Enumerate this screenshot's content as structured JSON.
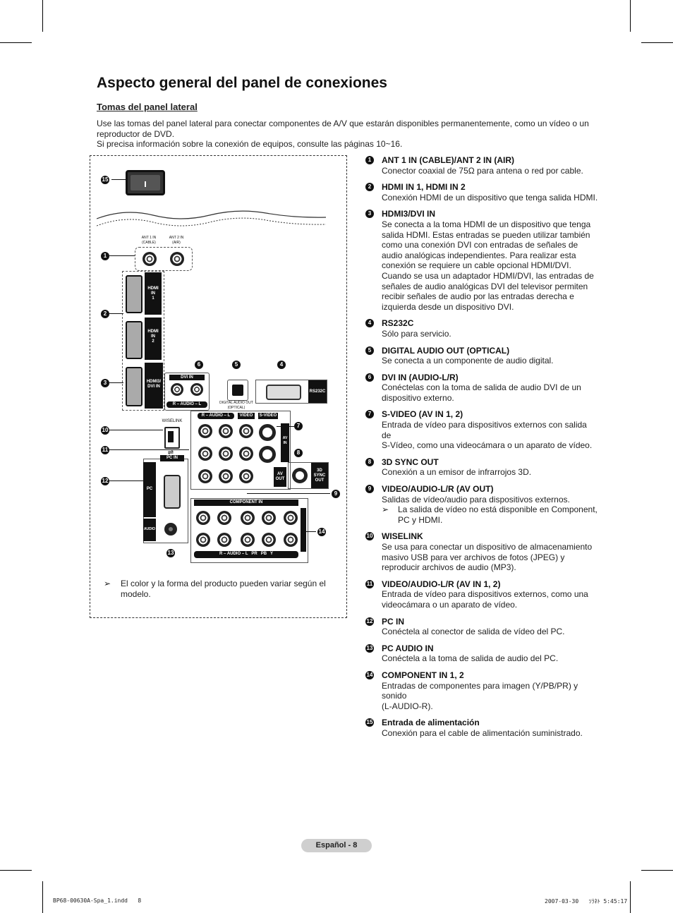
{
  "page": {
    "title": "Aspecto general del panel de conexiones",
    "subtitle": "Tomas del panel lateral",
    "intro_1": "Use las tomas del panel lateral para conectar componentes de A/V que estarán disponibles permanentemente, como un vídeo o un reproductor de DVD.",
    "intro_2": "Si precisa información sobre la conexión de equipos, consulte las páginas 10~16."
  },
  "diagram": {
    "note_arrow": "➢",
    "note": "El color y la forma del producto pueden variar según el modelo.",
    "labels": {
      "ant1": "ANT 1 IN\n(CABLE)",
      "ant2": "ANT 2 IN\n(AIR)",
      "hdmi1": "HDMI\nIN\n1",
      "hdmi2": "HDMI\nIN\n2",
      "hdmi3": "HDMI3/\nDVI IN",
      "dvi_in": "DVI IN",
      "dvi_audio": "R – AUDIO – L",
      "optical": "DIGITAL AUDIO OUT\n(OPTICAL)",
      "rs232c": "RS232C",
      "wiselink": "WISELINK",
      "av_audio": "R – AUDIO – L",
      "video": "VIDEO",
      "svideo": "S-VIDEO",
      "av_in": "AV\nIN",
      "av_out": "AV\nOUT",
      "sync": "3D\nSYNC\nOUT",
      "pc_in": "PC IN",
      "pc": "PC",
      "audio": "AUDIO",
      "component_in": "COMPONENT IN",
      "component_bottom": "R – AUDIO – L   PR   PB   Y"
    },
    "callouts": [
      "1",
      "2",
      "3",
      "4",
      "5",
      "6",
      "7",
      "8",
      "9",
      "10",
      "11",
      "12",
      "13",
      "14",
      "15"
    ]
  },
  "items": [
    {
      "num": "1",
      "title": "ANT 1 IN (CABLE)/ANT 2 IN (AIR)",
      "desc": "Conector coaxial de 75Ω para antena o red por cable."
    },
    {
      "num": "2",
      "title": "HDMI IN 1, HDMI IN 2",
      "desc": "Conexión HDMI de un dispositivo que tenga salida HDMI."
    },
    {
      "num": "3",
      "title": "HDMI3/DVI IN",
      "desc": "Se conecta a la toma HDMI de un dispositivo que tenga salida HDMI. Estas entradas se pueden utilizar también como una conexión DVI con entradas de señales de audio analógicas independientes. Para realizar esta conexión se requiere un cable opcional HDMI/DVI. Cuando se usa un adaptador HDMI/DVI, las entradas de señales de audio analógicas DVI del televisor permiten recibir señales de audio por las entradas derecha e izquierda desde un dispositivo DVI."
    },
    {
      "num": "4",
      "title": "RS232C",
      "desc": "Sólo para servicio."
    },
    {
      "num": "5",
      "title": "DIGITAL AUDIO OUT (OPTICAL)",
      "desc": "Se conecta a un componente de audio digital."
    },
    {
      "num": "6",
      "title": "DVI IN (AUDIO-L/R)",
      "desc": "Conéctelas con la toma de salida de audio DVI de un dispositivo externo."
    },
    {
      "num": "7",
      "title": "S-VIDEO (AV IN 1, 2)",
      "desc": "Entrada de vídeo para dispositivos externos con salida de\nS-Vídeo, como una videocámara o un aparato de vídeo."
    },
    {
      "num": "8",
      "title": "3D SYNC OUT",
      "desc": "Conexión a un emisor de infrarrojos 3D."
    },
    {
      "num": "9",
      "title": "VIDEO/AUDIO-L/R (AV OUT)",
      "desc": "Salidas de vídeo/audio para dispositivos externos.",
      "note": "La salida de vídeo no está disponible en Component, PC y HDMI."
    },
    {
      "num": "10",
      "title": "WISELINK",
      "desc": "Se usa para conectar un dispositivo de almacenamiento masivo USB para ver archivos de fotos (JPEG) y reproducir archivos de audio (MP3)."
    },
    {
      "num": "11",
      "title": "VIDEO/AUDIO-L/R (AV IN 1, 2)",
      "desc": "Entrada de vídeo para dispositivos externos, como una videocámara o un aparato de vídeo."
    },
    {
      "num": "12",
      "title": "PC IN",
      "desc": "Conéctela al conector de salida de vídeo del PC."
    },
    {
      "num": "13",
      "title": "PC AUDIO IN",
      "desc": "Conéctela a la toma de salida de audio del PC."
    },
    {
      "num": "14",
      "title": "COMPONENT IN 1, 2",
      "desc": "Entradas de componentes para imagen (Y/PB/PR) y sonido\n(L-AUDIO-R)."
    },
    {
      "num": "15",
      "title": "Entrada de alimentación",
      "desc": "Conexión para el cable de alimentación suministrado."
    }
  ],
  "footer": {
    "page": "Español - 8",
    "file": "BP68-00630A-Spa_1.indd   8",
    "date": "2007-03-30   ｿﾗﾈﾄ 5:45:17"
  }
}
